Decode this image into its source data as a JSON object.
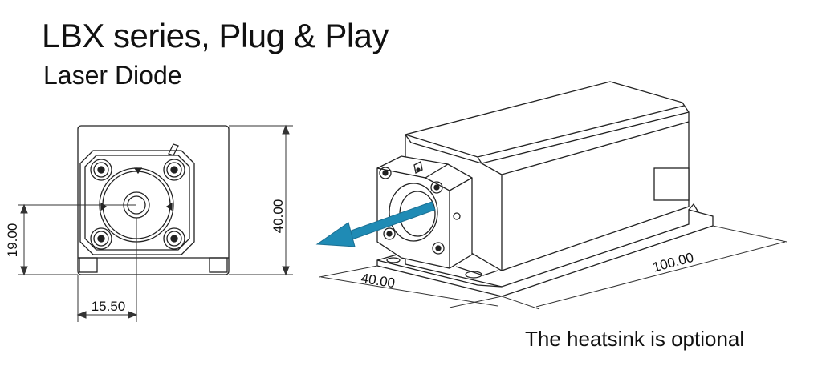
{
  "header": {
    "title": "LBX series, Plug & Play",
    "subtitle": "Laser Diode"
  },
  "front_view": {
    "dim_height": "40.00",
    "dim_axis_height": "19.00",
    "dim_axis_width": "15.50"
  },
  "iso_view": {
    "dim_width": "40.00",
    "dim_length": "100.00",
    "beam_color": "#1f8bb5"
  },
  "footer": {
    "note": "The heatsink is optional"
  }
}
